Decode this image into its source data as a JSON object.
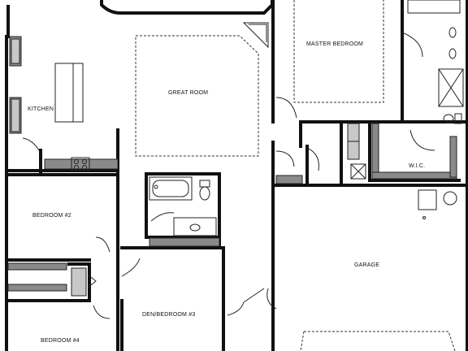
{
  "rooms": {
    "master_bedroom": "MASTER BEDROOM",
    "great_room": "GREAT ROOM",
    "kitchen": "KITCHEN",
    "wic": "W.I.C.",
    "bedroom2": "BEDROOM #2",
    "garage": "GARAGE",
    "den": "DEN/BEDROOM #3",
    "bedroom4": "BEDROOM #4"
  }
}
